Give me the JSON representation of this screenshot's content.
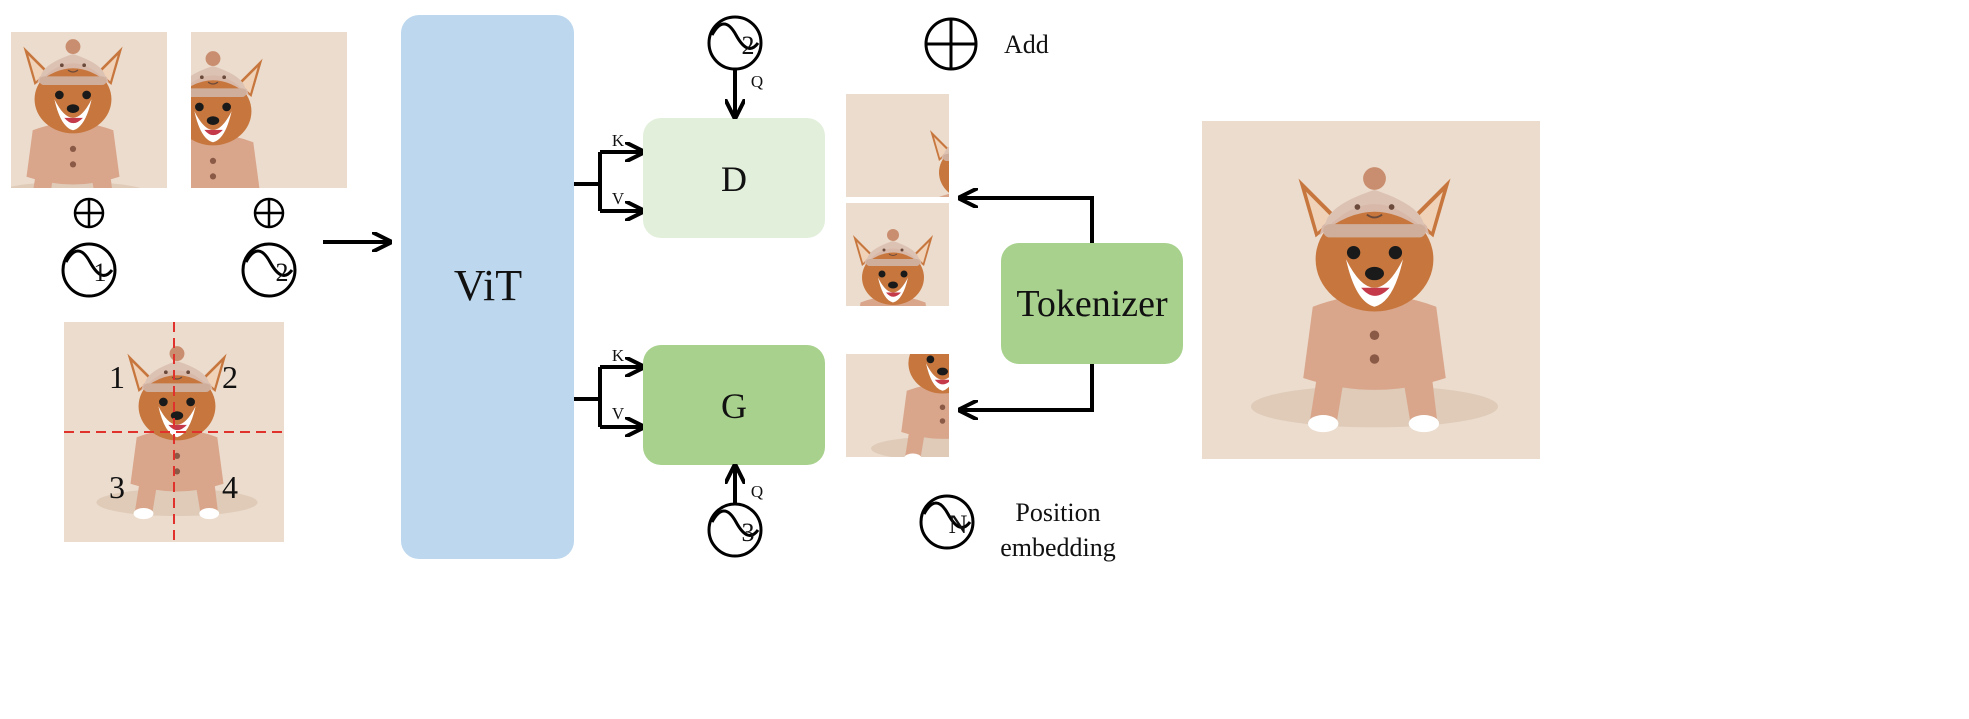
{
  "input": {
    "quadrant_labels": [
      "1",
      "2",
      "3",
      "4"
    ],
    "crop_pos_embeddings": [
      "1",
      "2"
    ]
  },
  "vit": {
    "label": "ViT"
  },
  "decoders": {
    "d": {
      "label": "D",
      "k_label": "K",
      "v_label": "V",
      "query_label": "Q",
      "pos_embedding": "2"
    },
    "g": {
      "label": "G",
      "k_label": "K",
      "v_label": "V",
      "query_label": "Q",
      "pos_embedding": "3"
    }
  },
  "tokenizer": {
    "label": "Tokenizer"
  },
  "legend": {
    "add_label": "Add",
    "position_symbol": "N",
    "position_label_line1": "Position",
    "position_label_line2": "embedding"
  },
  "colors": {
    "vit_fill": "#bcd7ee",
    "d_fill": "#e2efdb",
    "g_fill": "#a8d18d",
    "tokenizer_fill": "#a8d18d",
    "grid_line": "#e0312d",
    "photo_background": "#ecdccd"
  }
}
